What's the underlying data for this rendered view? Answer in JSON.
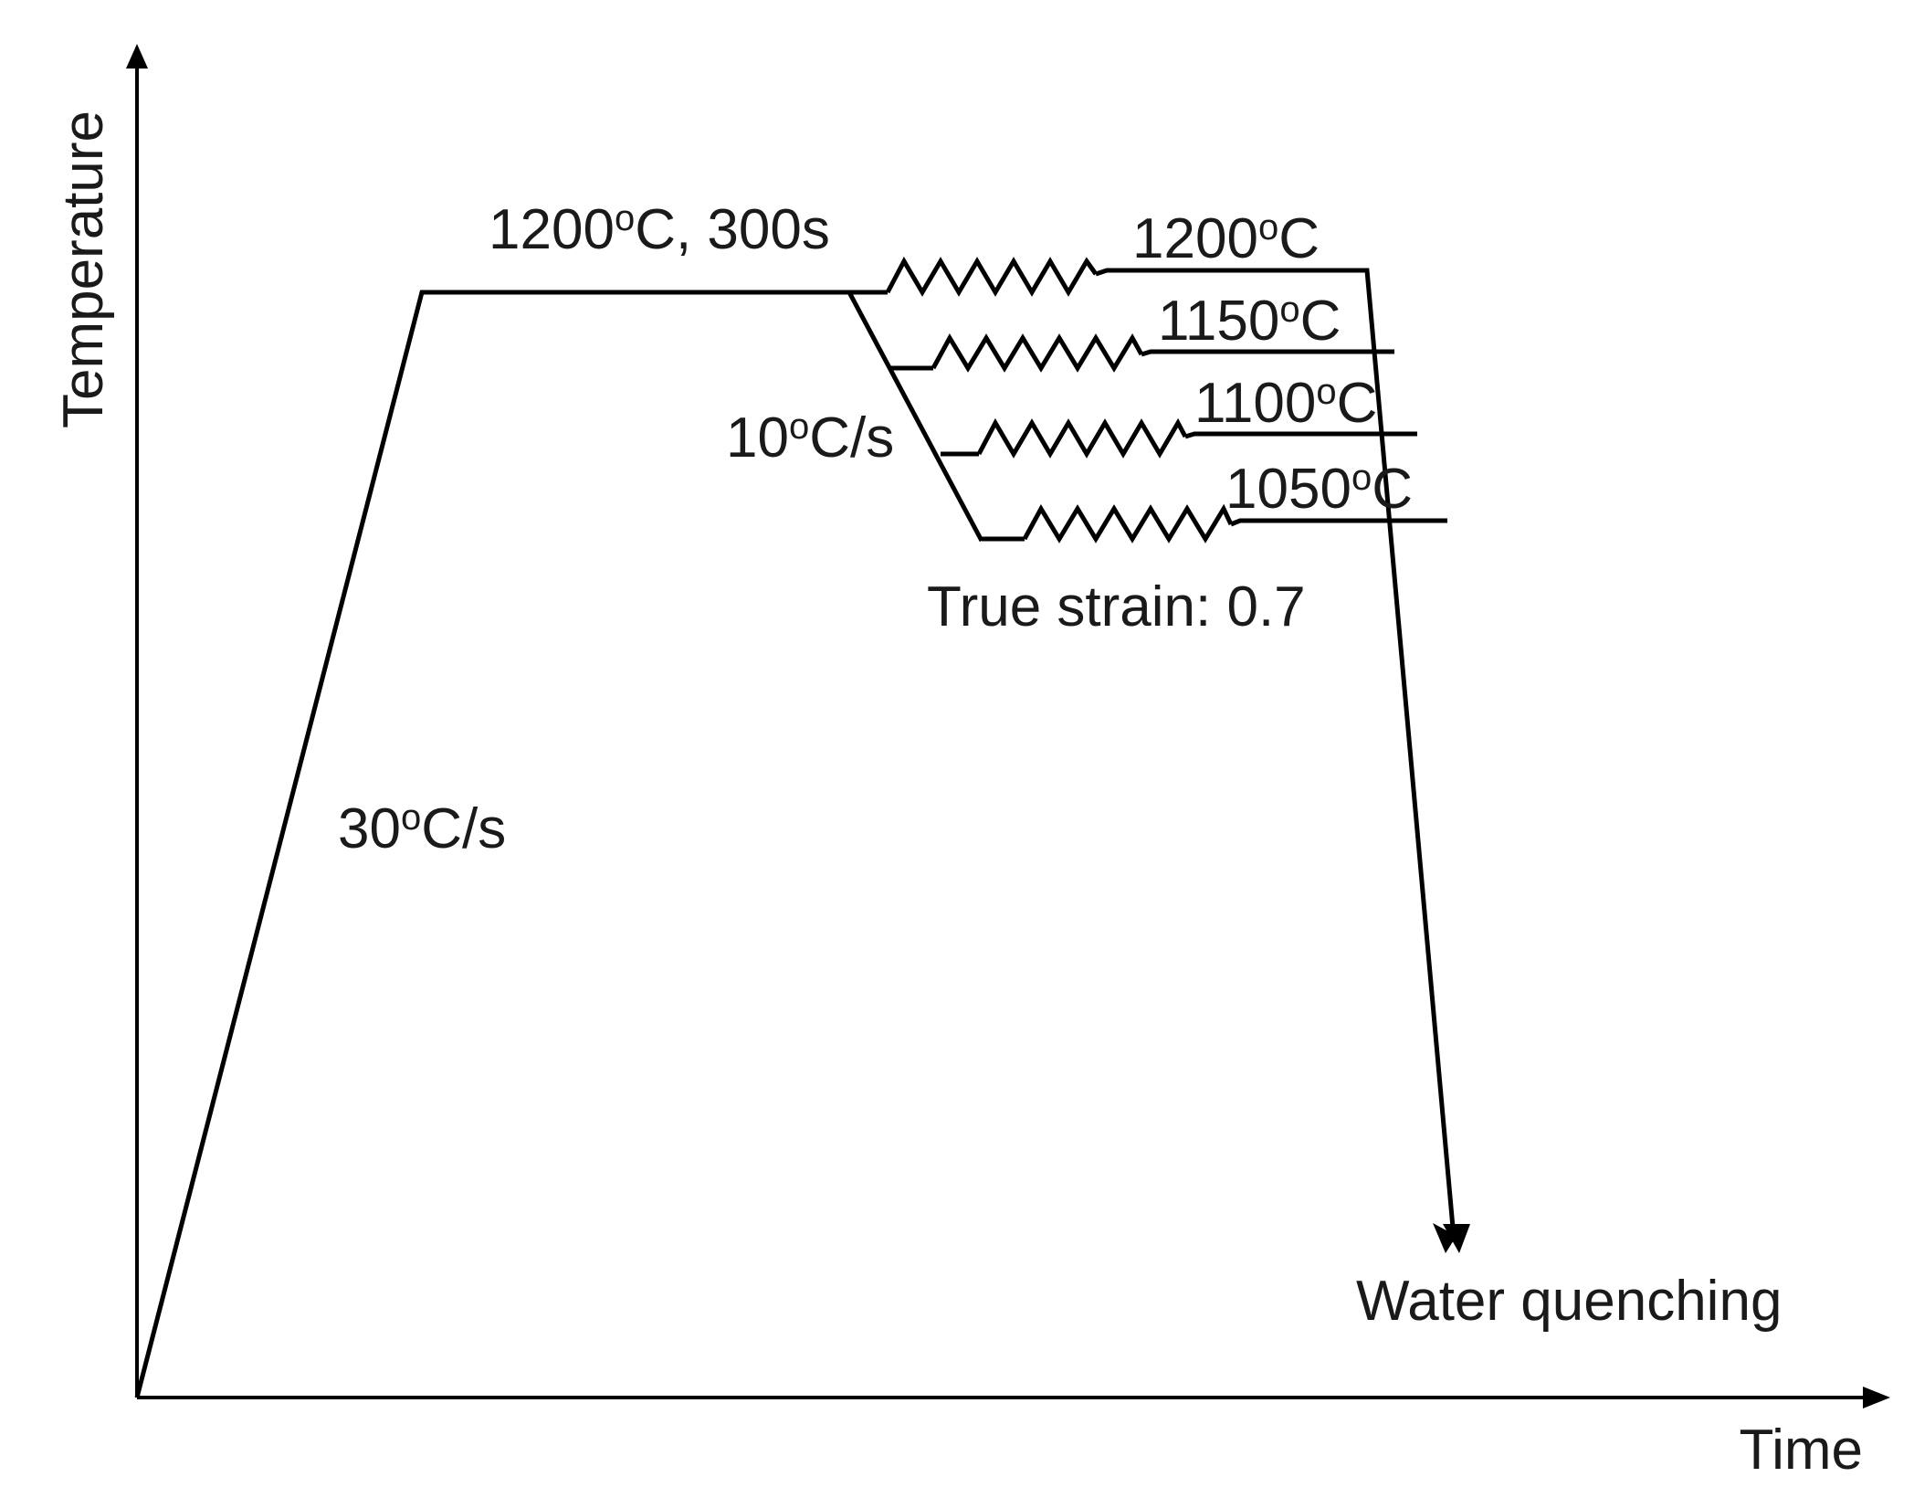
{
  "axes": {
    "y_label": "Temperature",
    "x_label": "Time"
  },
  "process": {
    "heating_rate": {
      "value": "30",
      "unit": "C/s"
    },
    "soak": {
      "temperature": "1200",
      "unit": "C",
      "suffix": ", 300s"
    },
    "cooling_rate": {
      "value": "10",
      "unit": "C/s"
    },
    "deformation_temperatures": [
      {
        "value": "1200",
        "unit": "C"
      },
      {
        "value": "1150",
        "unit": "C"
      },
      {
        "value": "1100",
        "unit": "C"
      },
      {
        "value": "1050",
        "unit": "C"
      }
    ],
    "true_strain": "True strain: 0.7",
    "final_step": "Water quenching"
  },
  "degree_symbol": "o",
  "colors": {
    "line": "#000000",
    "text": "#1a1a1a",
    "background": "#ffffff"
  }
}
